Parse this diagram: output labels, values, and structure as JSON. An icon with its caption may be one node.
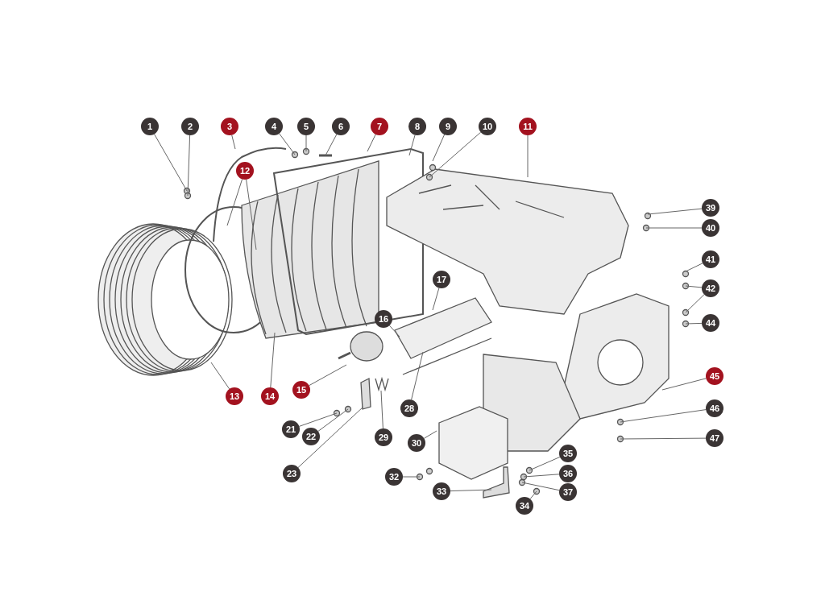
{
  "diagram": {
    "nodes": [
      {
        "text": [
          "1"
        ]
      },
      {
        "text": [
          "2"
        ]
      },
      {
        "text": [
          "3"
        ]
      },
      {
        "text": [
          "4"
        ]
      },
      {
        "text": [
          "5"
        ]
      },
      {
        "text": [
          "6"
        ]
      },
      {
        "text": [
          "7"
        ]
      },
      {
        "text": [
          "8"
        ]
      },
      {
        "text": [
          "9"
        ]
      },
      {
        "text": [
          "10"
        ]
      },
      {
        "text": [
          "11"
        ]
      },
      {
        "text": [
          "12"
        ]
      },
      {
        "text": [
          "13"
        ]
      },
      {
        "text": [
          "14"
        ]
      },
      {
        "text": [
          "15"
        ]
      },
      {
        "text": [
          "16"
        ]
      },
      {
        "text": [
          "17"
        ]
      },
      {
        "text": [
          "21"
        ]
      },
      {
        "text": [
          "22"
        ]
      },
      {
        "text": [
          "23"
        ]
      },
      {
        "text": [
          "28"
        ]
      },
      {
        "text": [
          "29"
        ]
      },
      {
        "text": [
          "30"
        ]
      },
      {
        "text": [
          "32"
        ]
      },
      {
        "text": [
          "33"
        ]
      },
      {
        "text": [
          "34"
        ]
      },
      {
        "text": [
          "35"
        ]
      },
      {
        "text": [
          "36"
        ]
      },
      {
        "text": [
          "37"
        ]
      },
      {
        "text": [
          "39"
        ]
      },
      {
        "text": [
          "40"
        ]
      },
      {
        "text": [
          "41"
        ]
      },
      {
        "text": [
          "42"
        ]
      },
      {
        "text": [
          "44"
        ]
      },
      {
        "text": [
          "45"
        ]
      },
      {
        "text": [
          "46"
        ]
      },
      {
        "text": [
          "47"
        ]
      }
    ],
    "edges": [
      {
        "from": 0,
        "to": null,
        "arrow": "none"
      },
      {
        "from": 1,
        "to": null,
        "arrow": "none"
      },
      {
        "from": 2,
        "to": null,
        "arrow": "none"
      },
      {
        "from": 3,
        "to": null,
        "arrow": "none"
      },
      {
        "from": 4,
        "to": null,
        "arrow": "none"
      },
      {
        "from": 5,
        "to": null,
        "arrow": "none"
      },
      {
        "from": 6,
        "to": null,
        "arrow": "none"
      },
      {
        "from": 7,
        "to": null,
        "arrow": "none"
      },
      {
        "from": 8,
        "to": null,
        "arrow": "none"
      },
      {
        "from": 9,
        "to": null,
        "arrow": "none"
      },
      {
        "from": 10,
        "to": null,
        "arrow": "none"
      },
      {
        "from": 11,
        "to": null,
        "arrow": "none"
      },
      {
        "from": 11,
        "to": null,
        "arrow": "none"
      },
      {
        "from": 12,
        "to": null,
        "arrow": "none"
      },
      {
        "from": 13,
        "to": null,
        "arrow": "none"
      },
      {
        "from": 14,
        "to": null,
        "arrow": "none"
      },
      {
        "from": 15,
        "to": null,
        "arrow": "none"
      },
      {
        "from": 16,
        "to": null,
        "arrow": "none"
      },
      {
        "from": 17,
        "to": null,
        "arrow": "none"
      },
      {
        "from": 18,
        "to": null,
        "arrow": "none"
      },
      {
        "from": 19,
        "to": null,
        "arrow": "none"
      },
      {
        "from": 20,
        "to": null,
        "arrow": "none"
      },
      {
        "from": 21,
        "to": null,
        "arrow": "none"
      },
      {
        "from": 22,
        "to": null,
        "arrow": "none"
      },
      {
        "from": 23,
        "to": null,
        "arrow": "none"
      },
      {
        "from": 24,
        "to": null,
        "arrow": "none"
      },
      {
        "from": 25,
        "to": null,
        "arrow": "none"
      },
      {
        "from": 26,
        "to": null,
        "arrow": "none"
      },
      {
        "from": 27,
        "to": null,
        "arrow": "none"
      },
      {
        "from": 28,
        "to": null,
        "arrow": "none"
      },
      {
        "from": 29,
        "to": null,
        "arrow": "none"
      },
      {
        "from": 30,
        "to": null,
        "arrow": "none"
      },
      {
        "from": 31,
        "to": null,
        "arrow": "none"
      },
      {
        "from": 32,
        "to": null,
        "arrow": "none"
      },
      {
        "from": 32,
        "to": null,
        "arrow": "none"
      },
      {
        "from": 33,
        "to": null,
        "arrow": "none"
      },
      {
        "from": 34,
        "to": null,
        "arrow": "none"
      },
      {
        "from": 35,
        "to": null,
        "arrow": "none"
      },
      {
        "from": 36,
        "to": null,
        "arrow": "none"
      }
    ]
  }
}
